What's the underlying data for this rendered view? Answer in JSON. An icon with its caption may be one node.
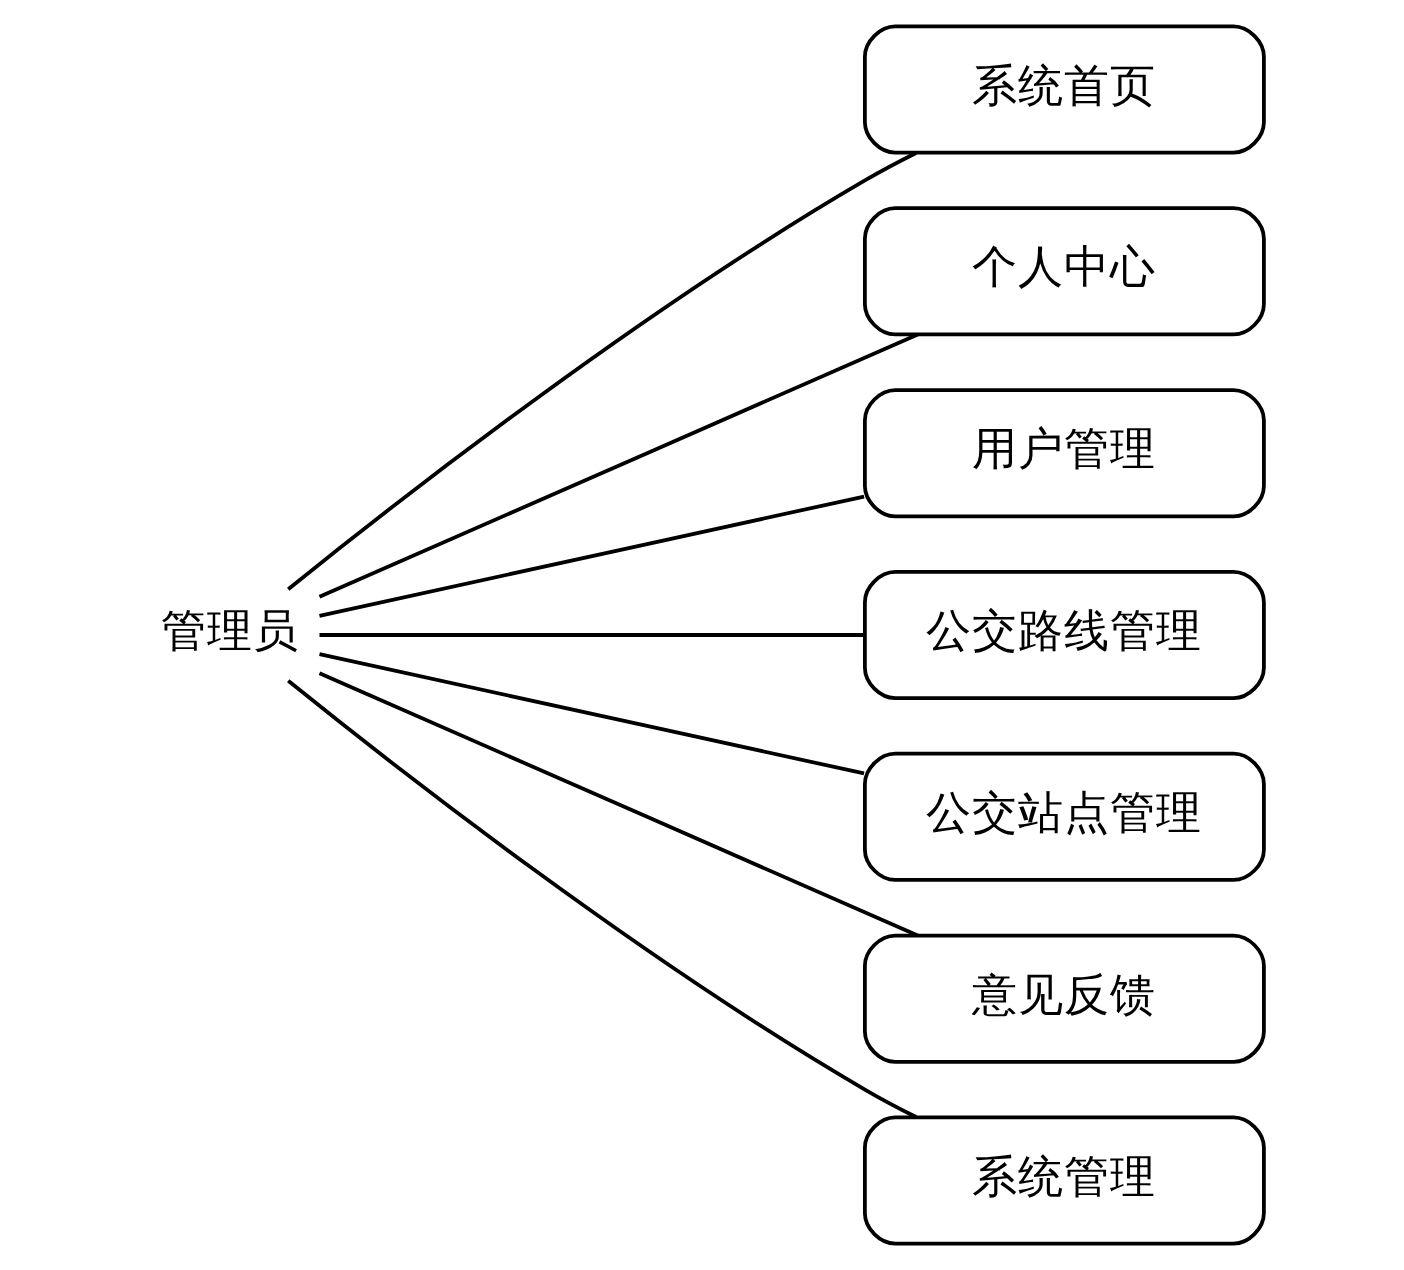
{
  "diagram": {
    "nodes": [
      {
        "text": [
          "管理员"
        ]
      },
      {
        "text": [
          "系统首页"
        ]
      },
      {
        "text": [
          "个人中心"
        ]
      },
      {
        "text": [
          "用户管理"
        ]
      },
      {
        "text": [
          "公交路线管理"
        ]
      },
      {
        "text": [
          "公交站点管理"
        ]
      },
      {
        "text": [
          "意见反馈"
        ]
      },
      {
        "text": [
          "系统管理"
        ]
      }
    ],
    "edges": [
      {
        "from": 0,
        "to": 1,
        "arrow": "none"
      },
      {
        "from": 0,
        "to": 2,
        "arrow": "none"
      },
      {
        "from": 0,
        "to": 3,
        "arrow": "none"
      },
      {
        "from": 0,
        "to": 4,
        "arrow": "none"
      },
      {
        "from": 0,
        "to": 5,
        "arrow": "none"
      },
      {
        "from": 0,
        "to": 6,
        "arrow": "none"
      },
      {
        "from": 0,
        "to": 7,
        "arrow": "none"
      }
    ]
  }
}
